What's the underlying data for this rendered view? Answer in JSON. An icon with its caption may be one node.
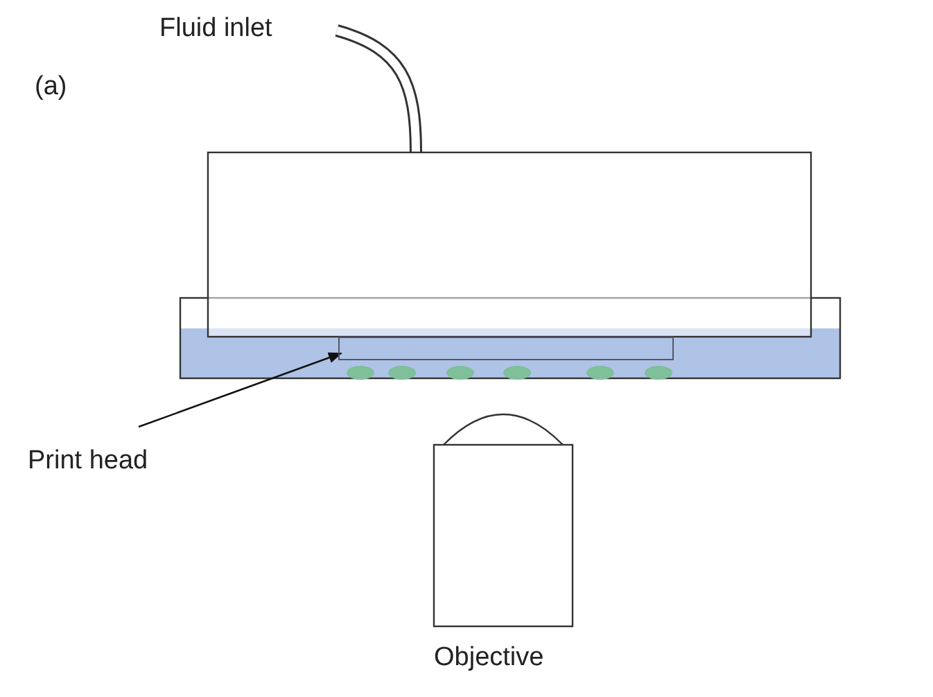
{
  "diagram": {
    "nodes": [
      {
        "text": [
          "Print head"
        ]
      },
      {
        "text": [],
        "shape": "box"
      },
      {
        "text": [
          "Objective"
        ]
      }
    ],
    "edges": [
      {
        "from": 0,
        "to": 1,
        "arrow": "to"
      }
    ],
    "labels": [
      "(a)",
      "Fluid inlet"
    ]
  }
}
